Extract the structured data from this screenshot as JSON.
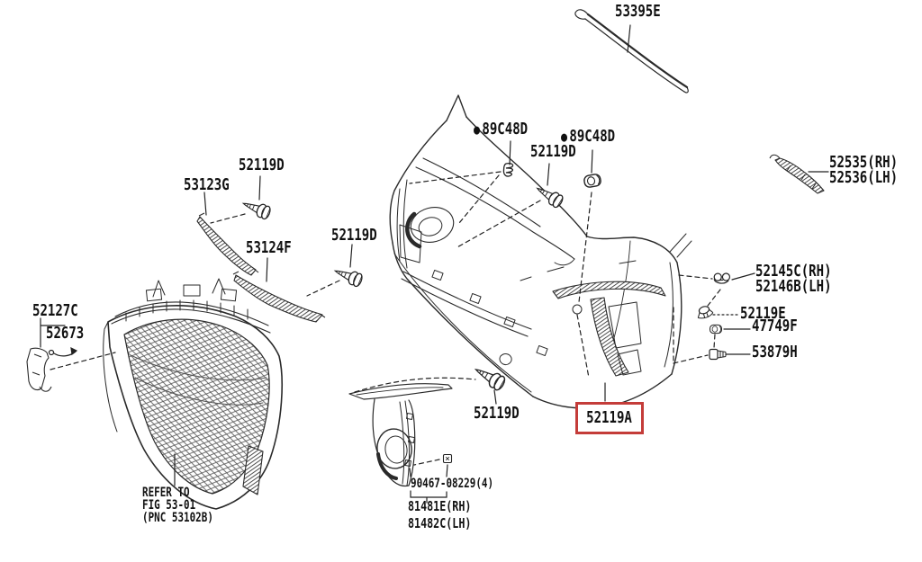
{
  "diagram": {
    "type": "parts-catalog-exploded-view",
    "subject": "Front bumper assembly",
    "background_color": "#ffffff",
    "line_color": "#2a2a2a",
    "highlight_color": "#c43c39",
    "selected_part": "52119A",
    "glyphs": {
      "bullet": "●"
    },
    "labels": {
      "seal": {
        "text": "53395E"
      },
      "clip_a1": {
        "text": "89C48D"
      },
      "clip_a2": {
        "text": "89C48D"
      },
      "screw_top": {
        "text": "52119D"
      },
      "screw_left1": {
        "text": "52119D"
      },
      "molding_upper": {
        "text": "53123G"
      },
      "screw_left2": {
        "text": "52119D"
      },
      "molding_lower": {
        "text": "53124F"
      },
      "retainer_rh": {
        "text": "52535(RH)"
      },
      "retainer_lh": {
        "text": "52536(LH)"
      },
      "clip_rh": {
        "text": "52145C(RH)"
      },
      "clip_lh": {
        "text": "52146B(LH)"
      },
      "clip_e": {
        "text": "52119E"
      },
      "grommet": {
        "text": "47749F"
      },
      "screw_h": {
        "text": "53879H"
      },
      "bracket": {
        "text": "52127C"
      },
      "clip_673": {
        "text": "52673"
      },
      "screw_bottom": {
        "text": "52119D"
      },
      "bumper": {
        "text": "52119A"
      },
      "screw_kit": {
        "text": "90467-08229(4)"
      },
      "cover_rh": {
        "text": "81481E(RH)"
      },
      "cover_lh": {
        "text": "81482C(LH)"
      },
      "refer_note": {
        "line1": "REFER TO",
        "line2": "FIG 53-01",
        "line3": "(PNC 53102B)"
      }
    }
  }
}
